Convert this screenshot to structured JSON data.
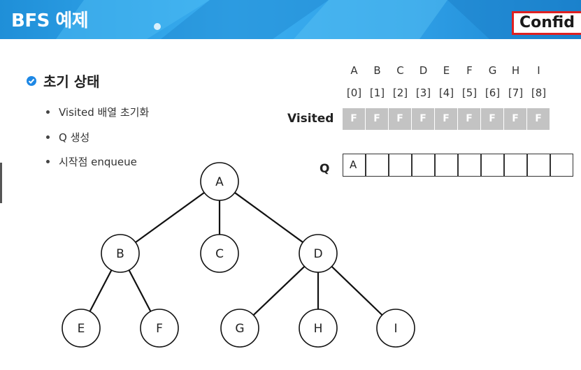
{
  "header": {
    "title": "BFS 예제",
    "badge": "Confid",
    "colors": {
      "band": "#2f9fe6",
      "badge_border": "#e02020"
    }
  },
  "content": {
    "heading": "초기 상태",
    "heading_icon": "check-circle-icon",
    "bullets": [
      "Visited 배열 초기화",
      "Q 생성",
      "시작점 enqueue"
    ]
  },
  "visited": {
    "label": "Visited",
    "columns": [
      "A",
      "B",
      "C",
      "D",
      "E",
      "F",
      "G",
      "H",
      "I"
    ],
    "indices": [
      "[0]",
      "[1]",
      "[2]",
      "[3]",
      "[4]",
      "[5]",
      "[6]",
      "[7]",
      "[8]"
    ],
    "values": [
      "F",
      "F",
      "F",
      "F",
      "F",
      "F",
      "F",
      "F",
      "F"
    ],
    "cell_color": "#c3c3c3"
  },
  "queue": {
    "label": "Q",
    "cells": [
      "A",
      "",
      "",
      "",
      "",
      "",
      "",
      "",
      "",
      ""
    ]
  },
  "tree": {
    "nodes": [
      {
        "id": "A",
        "label": "A"
      },
      {
        "id": "B",
        "label": "B"
      },
      {
        "id": "C",
        "label": "C"
      },
      {
        "id": "D",
        "label": "D"
      },
      {
        "id": "E",
        "label": "E"
      },
      {
        "id": "F",
        "label": "F"
      },
      {
        "id": "G",
        "label": "G"
      },
      {
        "id": "H",
        "label": "H"
      },
      {
        "id": "I",
        "label": "I"
      }
    ],
    "edges": [
      [
        "A",
        "B"
      ],
      [
        "A",
        "C"
      ],
      [
        "A",
        "D"
      ],
      [
        "B",
        "E"
      ],
      [
        "B",
        "F"
      ],
      [
        "D",
        "G"
      ],
      [
        "D",
        "H"
      ],
      [
        "D",
        "I"
      ]
    ]
  }
}
